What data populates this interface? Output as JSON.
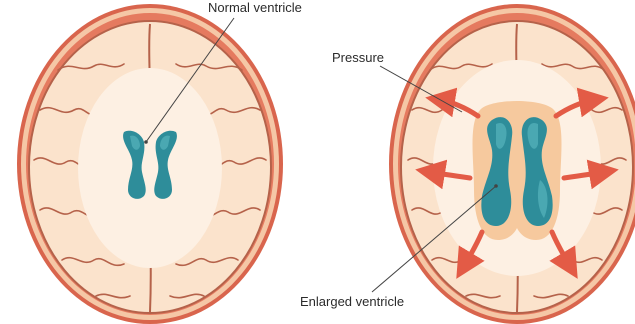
{
  "labels": {
    "normal_ventricle": "Normal ventricle",
    "pressure": "Pressure",
    "enlarged_ventricle": "Enlarged ventricle"
  },
  "colors": {
    "skull_outer": "#d9654d",
    "skull_band": "#f5c7a6",
    "brain_fill": "#fbe3cc",
    "brain_outline": "#b5624a",
    "center_glow": "#fdf0e3",
    "ventricle_fill": "#2e8d9a",
    "ventricle_shade": "#4aa8b2",
    "ventricle_halo": "#f6c99e",
    "pressure_arrow": "#e35b46",
    "leader_line": "#444444"
  },
  "icons": {
    "arrows": "pressure-arrow-icon"
  }
}
